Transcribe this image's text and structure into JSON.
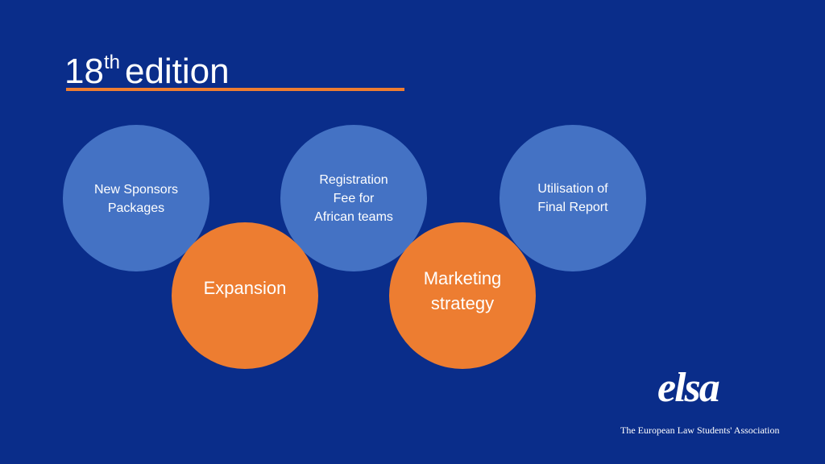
{
  "slide": {
    "title_main": "18",
    "title_sup": "th",
    "title_rest": "edition",
    "accent_color": "#ee7d31",
    "background_color": "#0a2d8a"
  },
  "circles": {
    "new_sponsors": "New Sponsors\nPackages",
    "registration_fee": "Registration\nFee for\nAfrican teams",
    "utilisation": "Utilisation of\nFinal Report",
    "expansion": "Expansion",
    "marketing": "Marketing\nstrategy"
  },
  "logo": {
    "wordmark": "elsa",
    "tagline": "The European Law Students' Association"
  }
}
